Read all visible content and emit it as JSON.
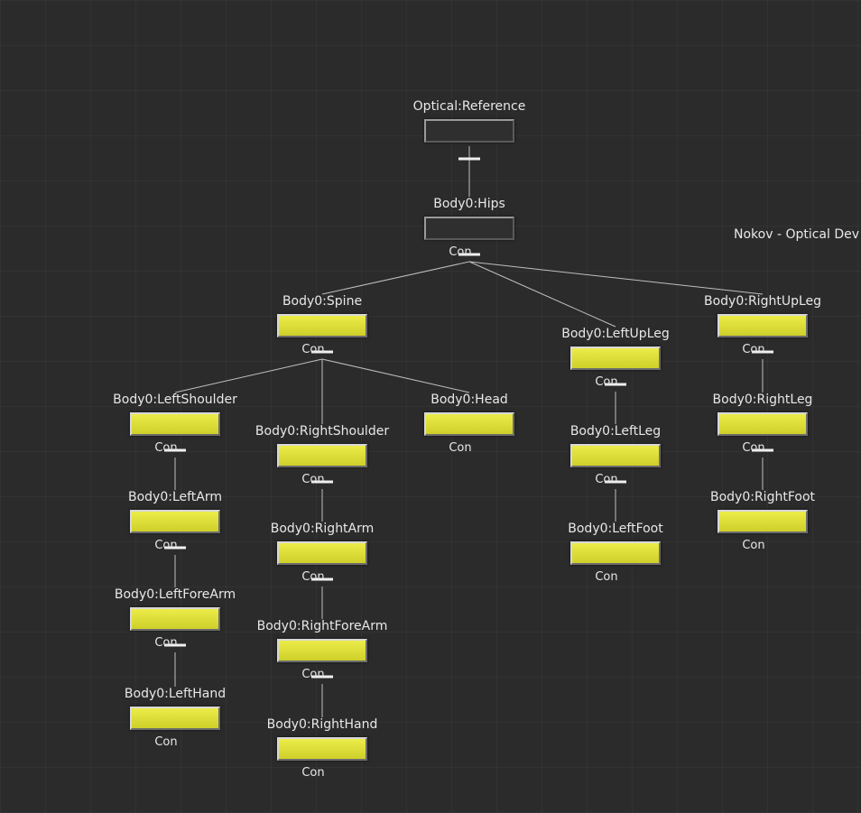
{
  "device_label": "Nokov - Optical Dev",
  "colors": {
    "background": "#2b2b2b",
    "node_fill": "#dede3a",
    "wire": "#bfbfbf"
  },
  "nodes": [
    {
      "id": "reference",
      "name": "Optical:Reference",
      "style": "dark",
      "con": ""
    },
    {
      "id": "hips",
      "name": "Body0:Hips",
      "style": "dark",
      "con": "Con"
    },
    {
      "id": "spine",
      "name": "Body0:Spine",
      "style": "yellow",
      "con": "Con"
    },
    {
      "id": "leftupleg",
      "name": "Body0:LeftUpLeg",
      "style": "yellow",
      "con": "Con"
    },
    {
      "id": "rightupleg",
      "name": "Body0:RightUpLeg",
      "style": "yellow",
      "con": "Con"
    },
    {
      "id": "leftshoulder",
      "name": "Body0:LeftShoulder",
      "style": "yellow",
      "con": "Con"
    },
    {
      "id": "rightshoulder",
      "name": "Body0:RightShoulder",
      "style": "yellow",
      "con": "Con"
    },
    {
      "id": "head",
      "name": "Body0:Head",
      "style": "yellow",
      "con": "Con"
    },
    {
      "id": "leftleg",
      "name": "Body0:LeftLeg",
      "style": "yellow",
      "con": "Con"
    },
    {
      "id": "rightleg",
      "name": "Body0:RightLeg",
      "style": "yellow",
      "con": "Con"
    },
    {
      "id": "leftarm",
      "name": "Body0:LeftArm",
      "style": "yellow",
      "con": "Con"
    },
    {
      "id": "rightarm",
      "name": "Body0:RightArm",
      "style": "yellow",
      "con": "Con"
    },
    {
      "id": "leftfoot",
      "name": "Body0:LeftFoot",
      "style": "yellow",
      "con": "Con"
    },
    {
      "id": "rightfoot",
      "name": "Body0:RightFoot",
      "style": "yellow",
      "con": "Con"
    },
    {
      "id": "leftforearm",
      "name": "Body0:LeftForeArm",
      "style": "yellow",
      "con": "Con"
    },
    {
      "id": "rightforearm",
      "name": "Body0:RightForeArm",
      "style": "yellow",
      "con": "Con"
    },
    {
      "id": "lefthand",
      "name": "Body0:LeftHand",
      "style": "yellow",
      "con": "Con"
    },
    {
      "id": "righthand",
      "name": "Body0:RightHand",
      "style": "yellow",
      "con": "Con"
    }
  ],
  "links": [
    [
      "reference",
      "hips"
    ],
    [
      "hips",
      "spine"
    ],
    [
      "hips",
      "leftupleg"
    ],
    [
      "hips",
      "rightupleg"
    ],
    [
      "spine",
      "leftshoulder"
    ],
    [
      "spine",
      "rightshoulder"
    ],
    [
      "spine",
      "head"
    ],
    [
      "leftshoulder",
      "leftarm"
    ],
    [
      "leftarm",
      "leftforearm"
    ],
    [
      "leftforearm",
      "lefthand"
    ],
    [
      "rightshoulder",
      "rightarm"
    ],
    [
      "rightarm",
      "rightforearm"
    ],
    [
      "rightforearm",
      "righthand"
    ],
    [
      "leftupleg",
      "leftleg"
    ],
    [
      "leftleg",
      "leftfoot"
    ],
    [
      "rightupleg",
      "rightleg"
    ],
    [
      "rightleg",
      "rightfoot"
    ]
  ]
}
